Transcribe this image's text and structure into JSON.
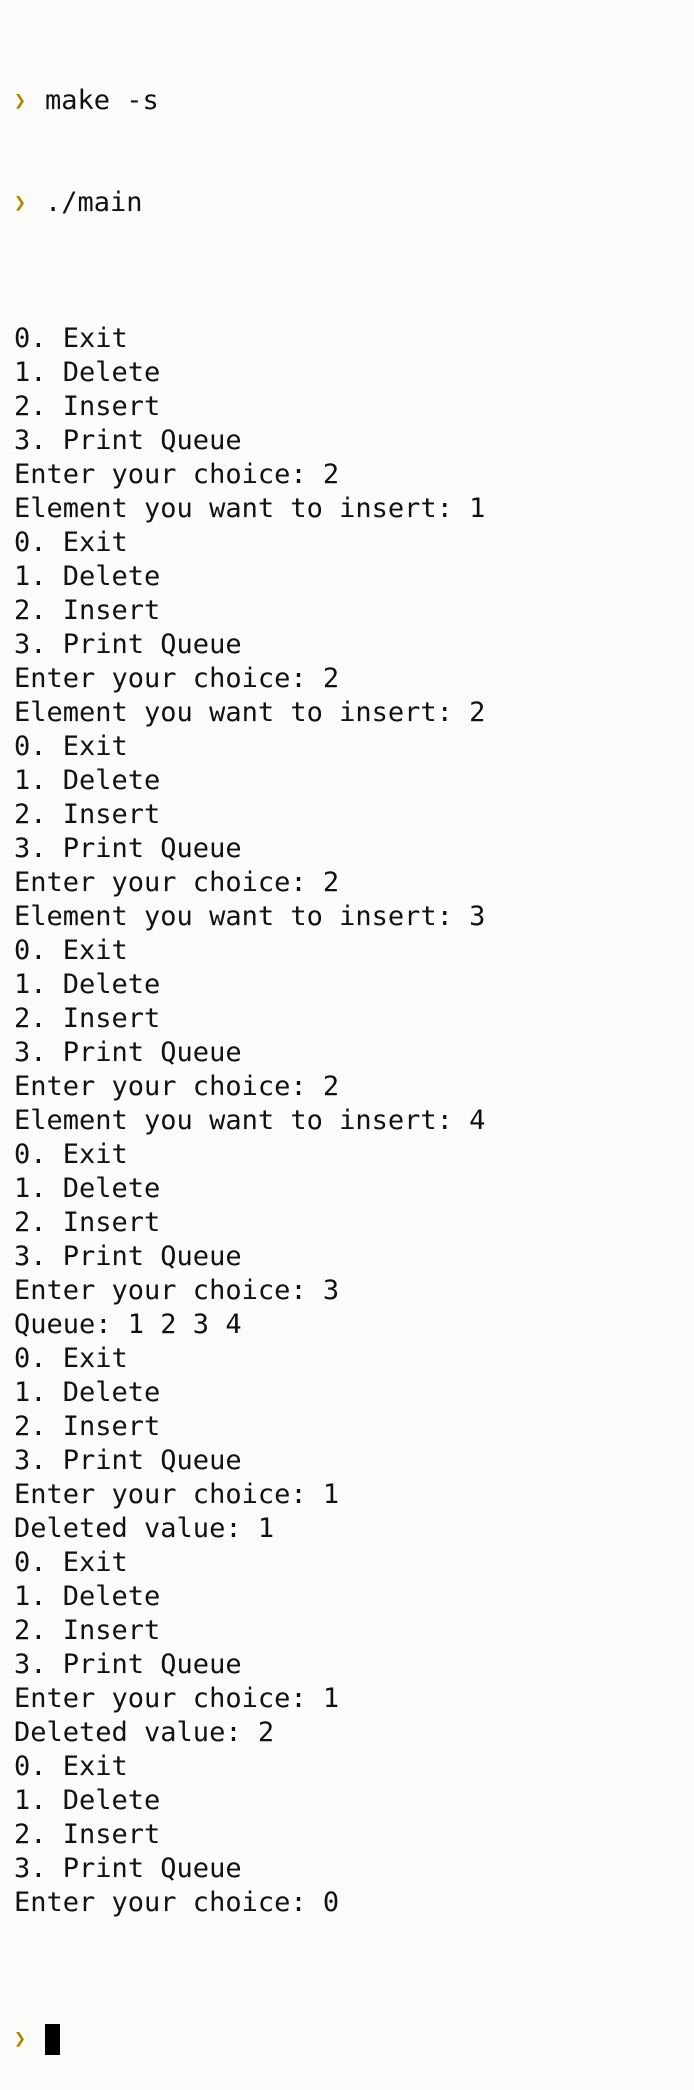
{
  "prompt": {
    "icon": "prompt-chevron-icon",
    "glyph": "❯",
    "color": "#b08800"
  },
  "commands": [
    "make -s",
    "./main"
  ],
  "output": [
    "0. Exit",
    "1. Delete",
    "2. Insert",
    "3. Print Queue",
    "Enter your choice: 2",
    "Element you want to insert: 1",
    "0. Exit",
    "1. Delete",
    "2. Insert",
    "3. Print Queue",
    "Enter your choice: 2",
    "Element you want to insert: 2",
    "0. Exit",
    "1. Delete",
    "2. Insert",
    "3. Print Queue",
    "Enter your choice: 2",
    "Element you want to insert: 3",
    "0. Exit",
    "1. Delete",
    "2. Insert",
    "3. Print Queue",
    "Enter your choice: 2",
    "Element you want to insert: 4",
    "0. Exit",
    "1. Delete",
    "2. Insert",
    "3. Print Queue",
    "Enter your choice: 3",
    "Queue: 1 2 3 4",
    "0. Exit",
    "1. Delete",
    "2. Insert",
    "3. Print Queue",
    "Enter your choice: 1",
    "Deleted value: 1",
    "0. Exit",
    "1. Delete",
    "2. Insert",
    "3. Print Queue",
    "Enter your choice: 1",
    "Deleted value: 2",
    "0. Exit",
    "1. Delete",
    "2. Insert",
    "3. Print Queue",
    "Enter your choice: 0"
  ],
  "colors": {
    "background": "#fbfbfa",
    "text": "#111111",
    "cursor": "#000000"
  }
}
